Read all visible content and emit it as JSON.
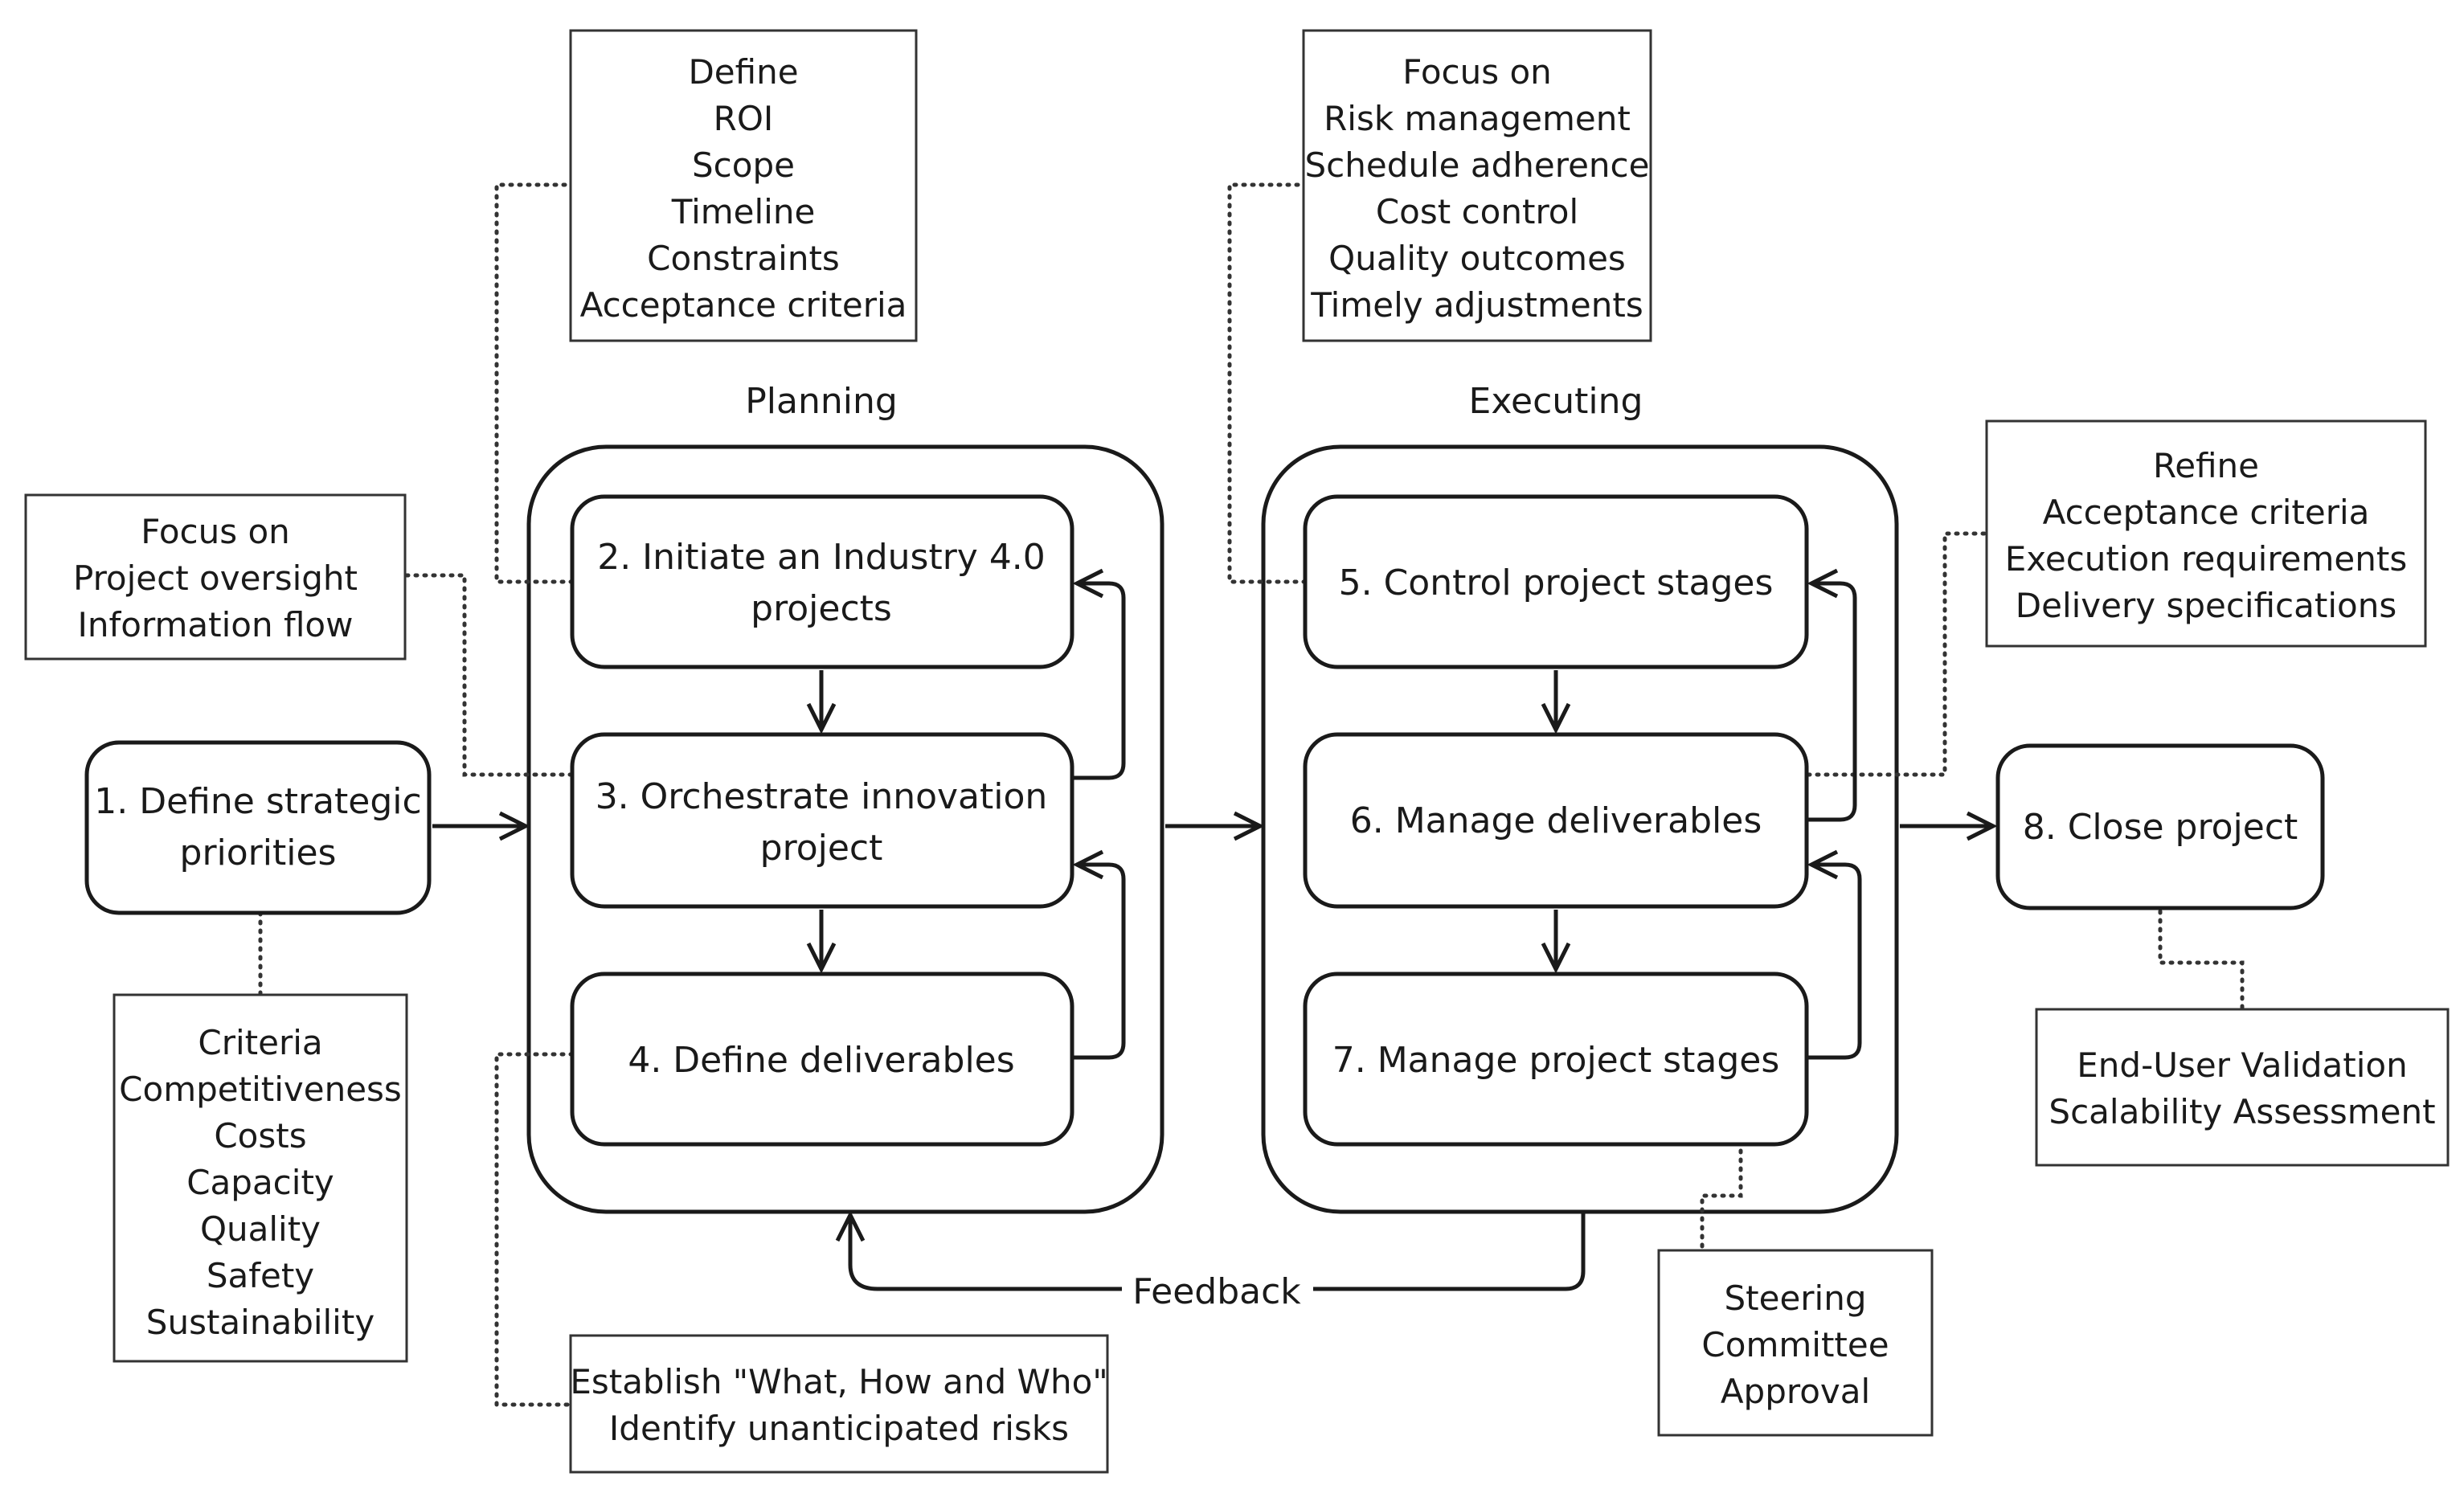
{
  "groups": {
    "planning": "Planning",
    "executing": "Executing"
  },
  "steps": {
    "s1": [
      "1. Define strategic",
      "priorities"
    ],
    "s2": [
      "2. Initiate an Industry 4.0",
      "projects"
    ],
    "s3": [
      "3. Orchestrate innovation",
      "project"
    ],
    "s4": [
      "4. Define deliverables"
    ],
    "s5": [
      "5. Control project stages"
    ],
    "s6": [
      "6. Manage deliverables"
    ],
    "s7": [
      "7. Manage project stages"
    ],
    "s8": [
      "8. Close project"
    ]
  },
  "notes": {
    "define": [
      "Define",
      "ROI",
      "Scope",
      "Timeline",
      "Constraints",
      "Acceptance criteria"
    ],
    "focus_exec": [
      "Focus on",
      "Risk management",
      "Schedule adherence",
      "Cost control",
      "Quality outcomes",
      "Timely adjustments"
    ],
    "focus_oversight": [
      "Focus on",
      "Project oversight",
      "Information flow"
    ],
    "refine": [
      "Refine",
      "Acceptance criteria",
      "Execution requirements",
      "Delivery specifications"
    ],
    "criteria": [
      "Criteria",
      "Competitiveness",
      "Costs",
      "Capacity",
      "Quality",
      "Safety",
      "Sustainability"
    ],
    "establish": [
      "Establish \"What, How and Who\"",
      "Identify unanticipated risks"
    ],
    "steering": [
      "Steering",
      "Committee",
      "Approval"
    ],
    "validation": [
      "End-User Validation",
      "Scalability Assessment"
    ]
  },
  "feedback_label": "Feedback"
}
